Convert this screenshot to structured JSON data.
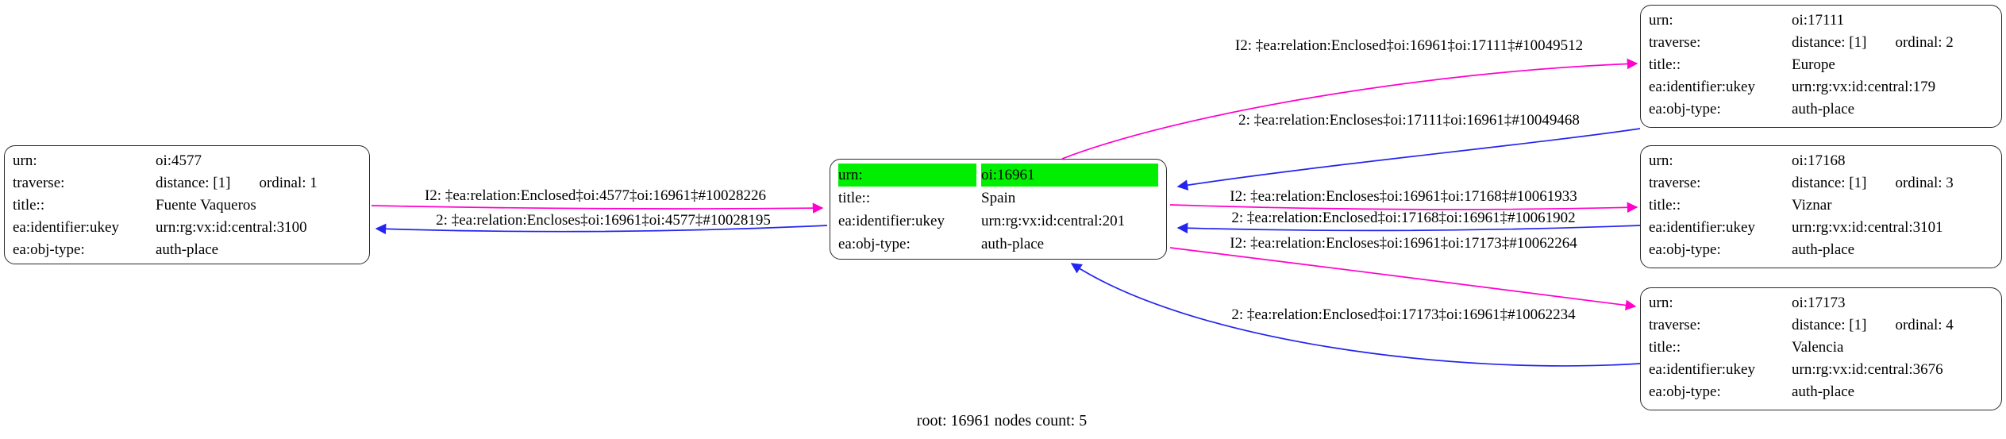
{
  "caption": "root: 16961 nodes count: 5",
  "colors": {
    "forward_edge": "#ff00cf",
    "back_edge": "#2424f0",
    "highlight": "#00ee00",
    "node_border": "#2a2a2a"
  },
  "nodes": [
    {
      "title": "Fuente Vaqueros",
      "rows": [
        {
          "k": "urn:",
          "v": "oi:4577"
        },
        {
          "k": "traverse:",
          "v": "distance: [1]",
          "v2": "ordinal: 1"
        },
        {
          "k": "title::",
          "v": "Fuente Vaqueros"
        },
        {
          "k": "ea:identifier:ukey",
          "v": "urn:rg:vx:id:central:3100"
        },
        {
          "k": "ea:obj-type:",
          "v": "auth-place"
        }
      ]
    },
    {
      "title": "Spain",
      "rows": [
        {
          "k": "urn:",
          "v": "oi:16961",
          "highlight": true
        },
        {
          "k": "title::",
          "v": "Spain"
        },
        {
          "k": "ea:identifier:ukey",
          "v": "urn:rg:vx:id:central:201"
        },
        {
          "k": "ea:obj-type:",
          "v": "auth-place"
        }
      ]
    },
    {
      "title": "Europe",
      "rows": [
        {
          "k": "urn:",
          "v": "oi:17111"
        },
        {
          "k": "traverse:",
          "v": "distance: [1]",
          "v2": "ordinal: 2"
        },
        {
          "k": "title::",
          "v": "Europe"
        },
        {
          "k": "ea:identifier:ukey",
          "v": "urn:rg:vx:id:central:179"
        },
        {
          "k": "ea:obj-type:",
          "v": "auth-place"
        }
      ]
    },
    {
      "title": "Viznar",
      "rows": [
        {
          "k": "urn:",
          "v": "oi:17168"
        },
        {
          "k": "traverse:",
          "v": "distance: [1]",
          "v2": "ordinal: 3"
        },
        {
          "k": "title::",
          "v": "Viznar"
        },
        {
          "k": "ea:identifier:ukey",
          "v": "urn:rg:vx:id:central:3101"
        },
        {
          "k": "ea:obj-type:",
          "v": "auth-place"
        }
      ]
    },
    {
      "title": "Valencia",
      "rows": [
        {
          "k": "urn:",
          "v": "oi:17173"
        },
        {
          "k": "traverse:",
          "v": "distance: [1]",
          "v2": "ordinal: 4"
        },
        {
          "k": "title::",
          "v": "Valencia"
        },
        {
          "k": "ea:identifier:ukey",
          "v": "urn:rg:vx:id:central:3676"
        },
        {
          "k": "ea:obj-type:",
          "v": "auth-place"
        }
      ]
    }
  ],
  "edges": [
    {
      "label": "I2: ‡ea:relation:Enclosed‡oi:4577‡oi:16961‡#10028226",
      "direction": "forward"
    },
    {
      "label": "2: ‡ea:relation:Encloses‡oi:16961‡oi:4577‡#10028195",
      "direction": "back"
    },
    {
      "label": "I2: ‡ea:relation:Enclosed‡oi:16961‡oi:17111‡#10049512",
      "direction": "forward"
    },
    {
      "label": "2: ‡ea:relation:Encloses‡oi:17111‡oi:16961‡#10049468",
      "direction": "back"
    },
    {
      "label": "I2: ‡ea:relation:Encloses‡oi:16961‡oi:17168‡#10061933",
      "direction": "forward"
    },
    {
      "label": "2: ‡ea:relation:Enclosed‡oi:17168‡oi:16961‡#10061902",
      "direction": "back"
    },
    {
      "label": "I2: ‡ea:relation:Encloses‡oi:16961‡oi:17173‡#10062264",
      "direction": "forward"
    },
    {
      "label": "2: ‡ea:relation:Enclosed‡oi:17173‡oi:16961‡#10062234",
      "direction": "back"
    }
  ]
}
